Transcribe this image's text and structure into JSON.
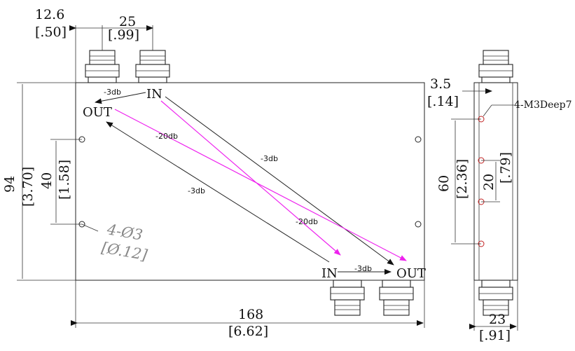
{
  "dimensions": {
    "d1_mm": "12.6",
    "d1_in": "[.50]",
    "d2_mm": "25",
    "d2_in": "[.99]",
    "d3_mm": "94",
    "d3_in": "[3.70]",
    "d4_mm": "40",
    "d4_in": "[1.58]",
    "d5_mm": "168",
    "d5_in": "[6.62]",
    "d6_mm": "3.5",
    "d6_in": "[.14]",
    "d7_mm": "60",
    "d7_in": "[2.36]",
    "d8_mm": "20",
    "d8_in": "[.79]",
    "d9_mm": "23",
    "d9_in": "[.91]"
  },
  "hole_note": {
    "line1": "4-Ø3",
    "line2": "[Ø.12]"
  },
  "thread_note": "4-M3Deep7",
  "ports": {
    "in_top": "IN",
    "out_top": "OUT",
    "in_bottom": "IN",
    "out_bottom": "OUT"
  },
  "paths": {
    "top_coupling": "-3db",
    "bottom_coupling": "-3db",
    "isolation_top": "-20db",
    "isolation_bottom": "-20db",
    "diagonal_right": "-3db",
    "diagonal_left": "-3db"
  },
  "colors": {
    "isolation": "#ee22ee",
    "line": "#222222"
  }
}
